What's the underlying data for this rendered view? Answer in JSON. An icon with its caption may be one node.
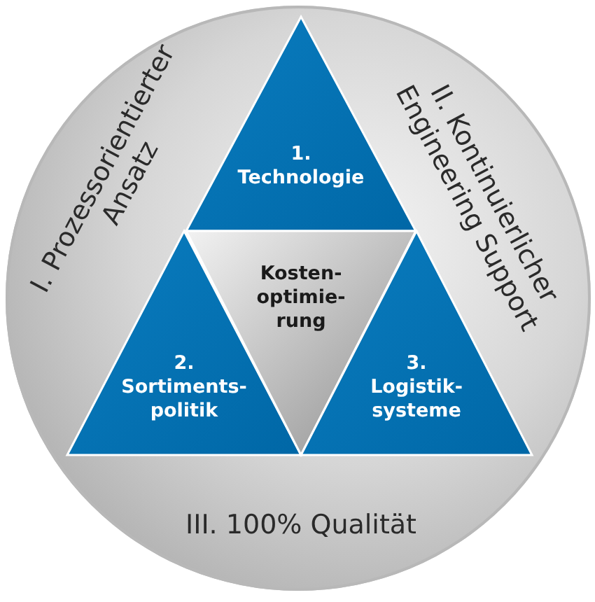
{
  "diagram": {
    "nodes": [
      {
        "text": [
          "I. Prozessorientierter Ansatz",
          "II. Kontinuierlicher Engineering Support",
          "III. 100% Qualität"
        ]
      },
      {
        "text": [
          "1. Technologie"
        ],
        "in": 0
      },
      {
        "text": [
          "2. Sortiments- politik"
        ],
        "in": 0
      },
      {
        "text": [
          "Kosten- optimie- rung"
        ],
        "in": 0
      },
      {
        "text": [
          "3. Logistik- systeme"
        ],
        "in": 0
      }
    ]
  }
}
